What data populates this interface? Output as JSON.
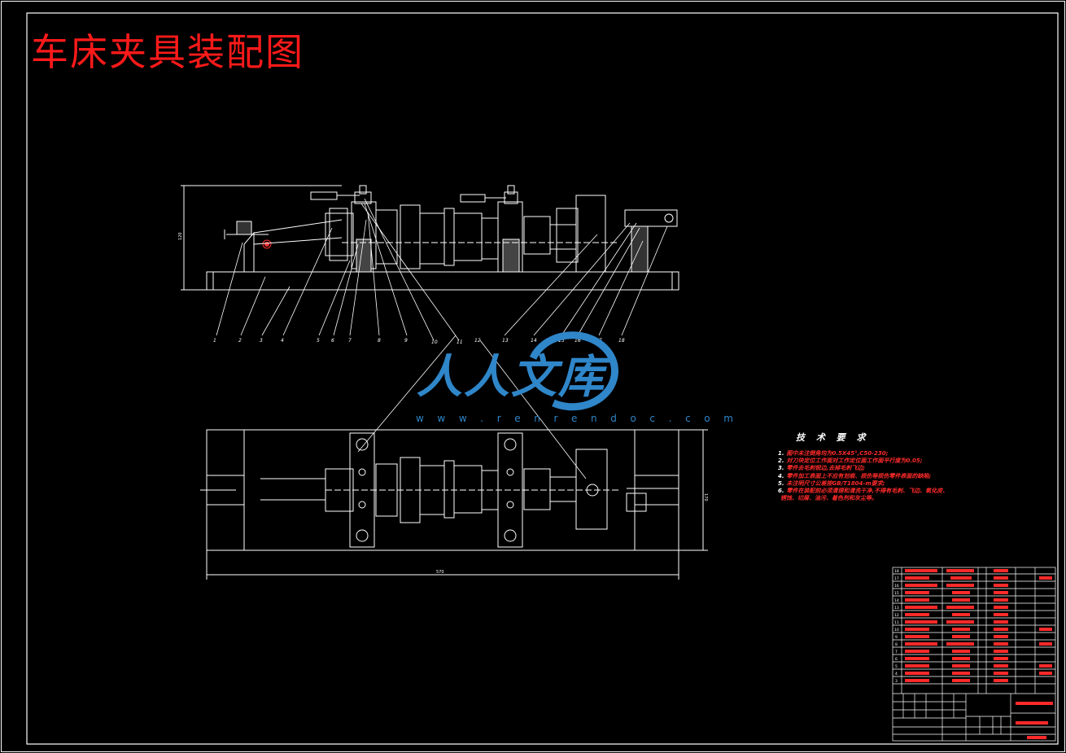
{
  "drawing": {
    "title": "车床夹具装配图",
    "watermark": {
      "chars": "人人文库",
      "url": "w w w . r e n r e n d o c . c o m"
    },
    "tech_requirements": {
      "heading": "技 术 要 求",
      "items": [
        {
          "no": "1.",
          "text": "图中未注倒角均为0.5X45°,C50-230;"
        },
        {
          "no": "2.",
          "text": "对刀块定位工作面对工作定位面工作面平行度为0.05;"
        },
        {
          "no": "3.",
          "text": "零件去毛刺锐边,去掉毛刺飞边;"
        },
        {
          "no": "4.",
          "text": "零件加工表面上不应有划痕、损伤等损伤零件表面的缺陷;"
        },
        {
          "no": "5.",
          "text": "未注明尺寸公差按GB/T1804-m要求;"
        },
        {
          "no": "6.",
          "text": "零件在装配前必须清理和清洗干净,不得有毛刺、飞边、氧化皮、"
        },
        {
          "no": "",
          "text": "锈蚀、切屑、油污、着色剂和灰尘等。"
        }
      ]
    },
    "callouts": [
      "1",
      "2",
      "3",
      "4",
      "5",
      "6",
      "7",
      "8",
      "9",
      "10",
      "11",
      "12",
      "13",
      "14",
      "15",
      "16",
      "17",
      "18"
    ],
    "colors": {
      "background": "#000000",
      "title": "#ff1a1a",
      "lines": "#ffffff",
      "annotation": "#ff3030",
      "watermark": "#2f86c9"
    }
  }
}
